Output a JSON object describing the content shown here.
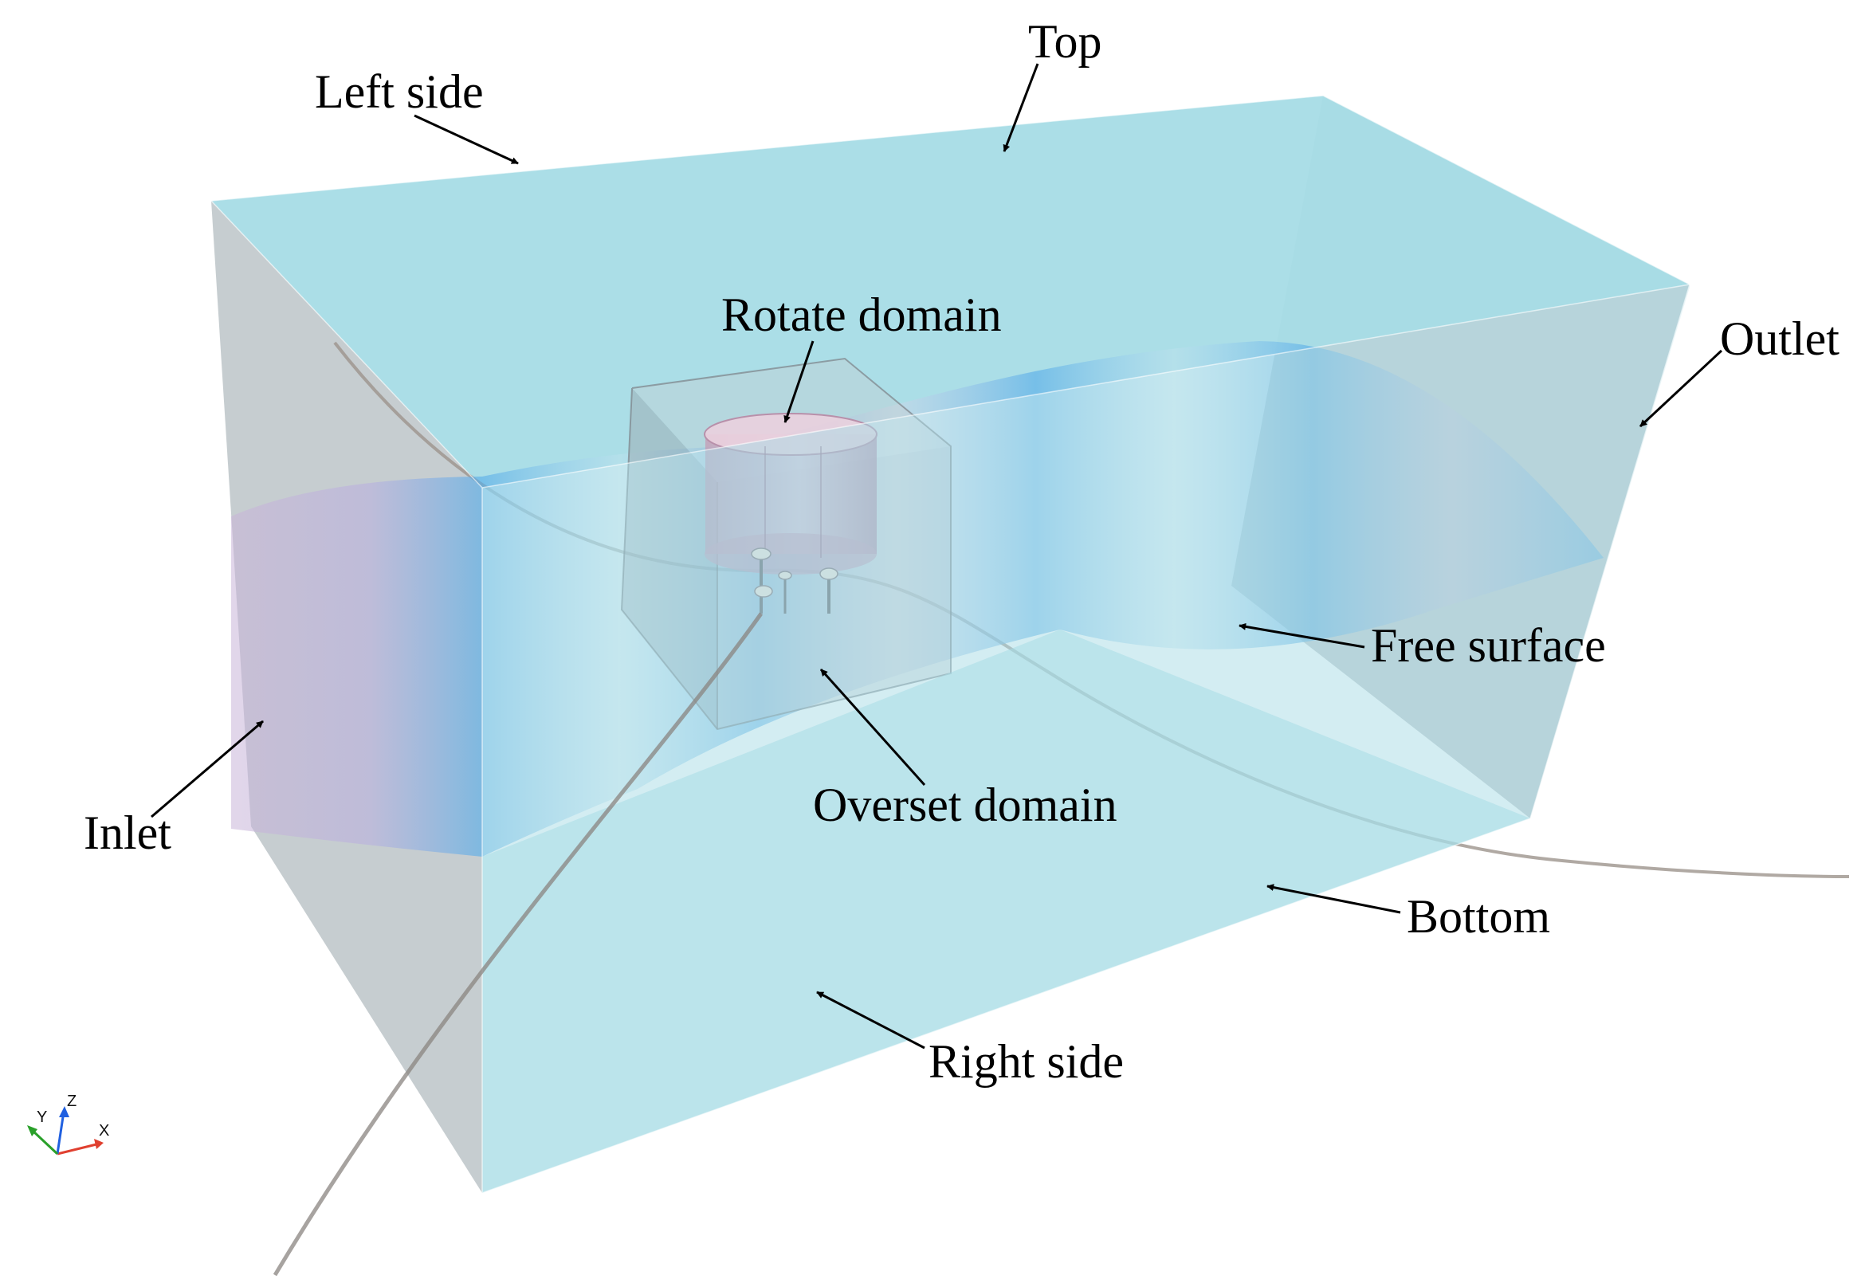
{
  "labels": {
    "top": "Top",
    "left_side": "Left side",
    "rotate_domain": "Rotate domain",
    "outlet": "Outlet",
    "free_surface": "Free surface",
    "inlet": "Inlet",
    "overset_domain": "Overset domain",
    "bottom": "Bottom",
    "right_side": "Right side"
  },
  "axes": {
    "x": "X",
    "y": "Y",
    "z": "Z"
  },
  "colors": {
    "domain_face": "#a7dce6",
    "end_face": "#bcc4c8",
    "wave_trough": "#5aaee8",
    "wave_crest": "#c9b4d8",
    "mooring": "#b8b0a8",
    "axis_x": "#e04030",
    "axis_y": "#2aa02a",
    "axis_z": "#2060e0"
  }
}
